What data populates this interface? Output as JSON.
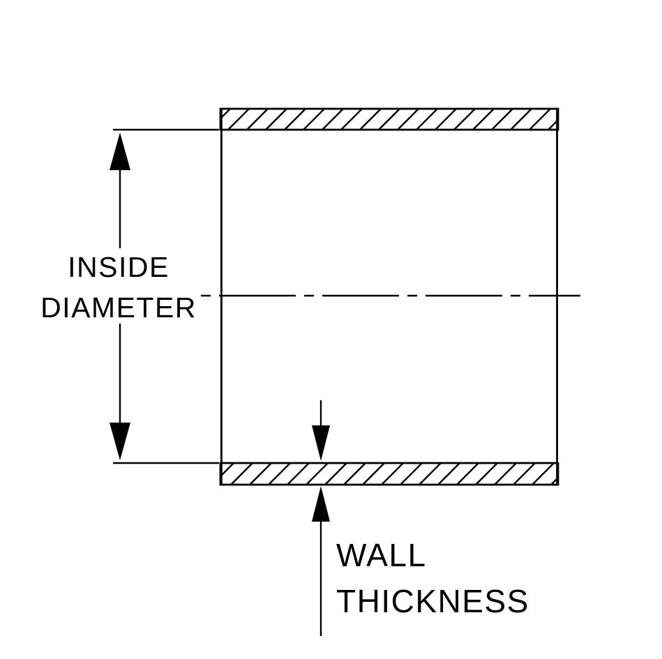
{
  "labels": {
    "inside_diameter": {
      "line1": "INSIDE",
      "line2": "DIAMETER"
    },
    "wall_thickness": {
      "line1": "WALL",
      "line2": "THICKNESS"
    }
  },
  "colors": {
    "line": "#000000",
    "background": "#ffffff"
  }
}
